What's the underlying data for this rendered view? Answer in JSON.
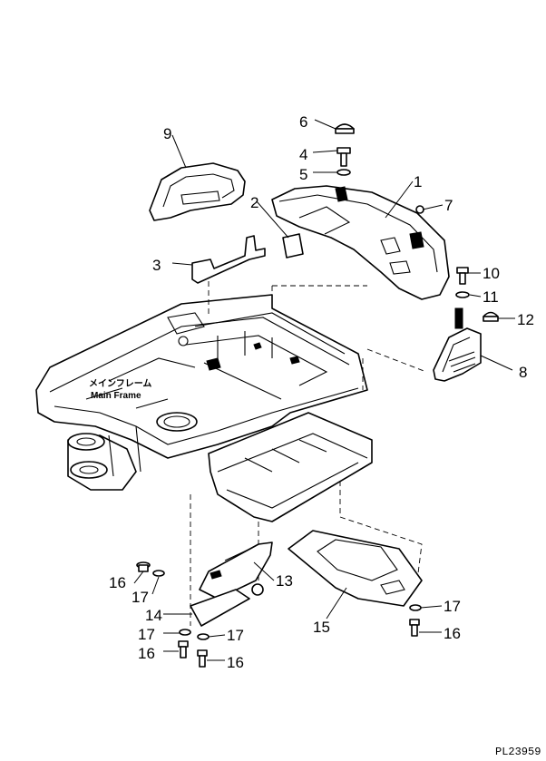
{
  "labels": {
    "p1": "1",
    "p2": "2",
    "p3": "3",
    "p4": "4",
    "p5": "5",
    "p6": "6",
    "p7": "7",
    "p8": "8",
    "p9": "9",
    "p10": "10",
    "p11": "11",
    "p12": "12",
    "p13": "13",
    "p14": "14",
    "p15": "15",
    "p16a": "16",
    "p16b": "16",
    "p16c": "16",
    "p16d": "16",
    "p17a": "17",
    "p17b": "17",
    "p17c": "17",
    "p17d": "17"
  },
  "main_frame": {
    "jp": "メインフレーム",
    "en": "Main Frame"
  },
  "drawing_code": "PL23959"
}
